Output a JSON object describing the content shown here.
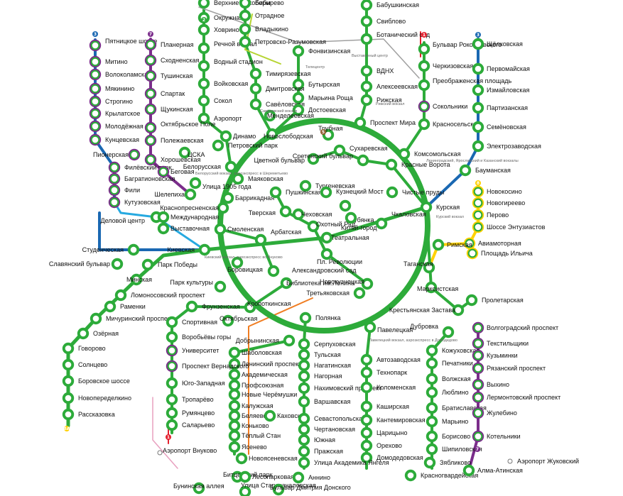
{
  "colors": {
    "green": "#2dab3a",
    "purple": "#7b2d8b",
    "orange": "#f07d22",
    "red": "#e4202e",
    "blue": "#1a68b2",
    "lightblue": "#26a9e0",
    "brown": "#8d5b2d",
    "yellow": "#ffd101",
    "lime": "#b6d432",
    "grey": "#a0a0a0",
    "pink": "#e8a0bf"
  },
  "line_badges": [
    {
      "text": "3",
      "color": "#1a68b2"
    },
    {
      "text": "7",
      "color": "#7b2d8b"
    },
    {
      "text": "2",
      "color": "#2dab3a"
    },
    {
      "text": "1",
      "color": "#e4202e"
    },
    {
      "text": "3",
      "color": "#1a68b2"
    },
    {
      "text": "8",
      "color": "#ffd101"
    },
    {
      "text": "8A",
      "color": "#ffd101"
    },
    {
      "text": "1",
      "color": "#e4202e"
    },
    {
      "text": "5",
      "color": "#8d5b2d"
    },
    {
      "text": "7",
      "color": "#7b2d8b"
    }
  ],
  "stations": [
    {
      "name": "Верхние Лихоборы"
    },
    {
      "name": "Бибирево"
    },
    {
      "name": "Бабушкинская"
    },
    {
      "name": "Окружная"
    },
    {
      "name": "Отрадное"
    },
    {
      "name": "Свиблово"
    },
    {
      "name": "Ховрино"
    },
    {
      "name": "Владыкино"
    },
    {
      "name": "Ботанический сад"
    },
    {
      "name": "Пятницкое шоссе"
    },
    {
      "name": "Планерная"
    },
    {
      "name": "Речной вокзал"
    },
    {
      "name": "Петровско-Разумовская"
    },
    {
      "name": "Фонвизинская"
    },
    {
      "name": "Бульвар Рокоссовского"
    },
    {
      "name": "Щёлковская"
    },
    {
      "name": "Митино"
    },
    {
      "name": "Сходненская"
    },
    {
      "name": "Водный стадион"
    },
    {
      "name": "Черкизовская"
    },
    {
      "name": "Первомайская"
    },
    {
      "name": "Волоколамская"
    },
    {
      "name": "Тушинская"
    },
    {
      "name": "Тимирязевская"
    },
    {
      "name": "ВДНХ"
    },
    {
      "name": "Мякинино"
    },
    {
      "name": "Войковская"
    },
    {
      "name": "Бутырская"
    },
    {
      "name": "Преображенская площадь"
    },
    {
      "name": "Измайловская"
    },
    {
      "name": "Спартак"
    },
    {
      "name": "Дмитровская"
    },
    {
      "name": "Алексеевская"
    },
    {
      "name": "Строгино"
    },
    {
      "name": "Сокол"
    },
    {
      "name": "Марьина Роща"
    },
    {
      "name": "Рижская"
    },
    {
      "name": "Партизанская"
    },
    {
      "name": "Щукинская"
    },
    {
      "name": "Савёловская"
    },
    {
      "name": "Сокольники"
    },
    {
      "name": "Крылатское"
    },
    {
      "name": "Достоевская"
    },
    {
      "name": "Аэропорт"
    },
    {
      "name": "Менделеевская"
    },
    {
      "name": "Октябрьское Поле"
    },
    {
      "name": "Проспект Мира"
    },
    {
      "name": "Красносельская"
    },
    {
      "name": "Семёновская"
    },
    {
      "name": "Молодёжная"
    },
    {
      "name": "Динамо"
    },
    {
      "name": "Новослободская"
    },
    {
      "name": "Кунцевская"
    },
    {
      "name": "Полежаевская"
    },
    {
      "name": "Трубная"
    },
    {
      "name": "Сухаревская"
    },
    {
      "name": "Электрозаводская"
    },
    {
      "name": "Петровский парк"
    },
    {
      "name": "Пионерская"
    },
    {
      "name": "Хорошёвская"
    },
    {
      "name": "ЦСКА"
    },
    {
      "name": "Цветной бульвар"
    },
    {
      "name": "Сретенский бульвар"
    },
    {
      "name": "Комсомольская"
    },
    {
      "name": "Бауманская"
    },
    {
      "name": "Филёвский парк"
    },
    {
      "name": "Беговая"
    },
    {
      "name": "Белорусская"
    },
    {
      "name": "Красные Ворота"
    },
    {
      "name": "Багратионовская"
    },
    {
      "name": "Маяковская"
    },
    {
      "name": "Тургеневская"
    },
    {
      "name": "Новокосино"
    },
    {
      "name": "Фили"
    },
    {
      "name": "Шелепиха"
    },
    {
      "name": "Улица 1905 года"
    },
    {
      "name": "Баррикадная"
    },
    {
      "name": "Пушкинская"
    },
    {
      "name": "Кузнецкий Мост"
    },
    {
      "name": "Чистые пруды"
    },
    {
      "name": "Новогиреево"
    },
    {
      "name": "Кутузовская"
    },
    {
      "name": "Краснопресненская"
    },
    {
      "name": "Тверская"
    },
    {
      "name": "Чеховская"
    },
    {
      "name": "Лубянка"
    },
    {
      "name": "Чкаловская"
    },
    {
      "name": "Курская"
    },
    {
      "name": "Перово"
    },
    {
      "name": "Деловой центр"
    },
    {
      "name": "Международная"
    },
    {
      "name": "Охотный Ряд"
    },
    {
      "name": "Китай-город"
    },
    {
      "name": "Шоссе Энтузиастов"
    },
    {
      "name": "Выставочная"
    },
    {
      "name": "Смоленская"
    },
    {
      "name": "Арбатская"
    },
    {
      "name": "Театральная"
    },
    {
      "name": "Авиамоторная"
    },
    {
      "name": "Студенческая"
    },
    {
      "name": "Киевская"
    },
    {
      "name": "Римская"
    },
    {
      "name": "Площадь Ильича"
    },
    {
      "name": "Славянский бульвар"
    },
    {
      "name": "Парк Победы"
    },
    {
      "name": "Пл. Революции"
    },
    {
      "name": "Боровицкая"
    },
    {
      "name": "Александровский сад"
    },
    {
      "name": "Таганская"
    },
    {
      "name": "Минская"
    },
    {
      "name": "Парк культуры"
    },
    {
      "name": "Библиотека им.Ленина"
    },
    {
      "name": "Новокузнецкая"
    },
    {
      "name": "Марксистская"
    },
    {
      "name": "Ломоносовский проспект"
    },
    {
      "name": "Третьяковская"
    },
    {
      "name": "Пролетарская"
    },
    {
      "name": "Раменки"
    },
    {
      "name": "Фрунзенская"
    },
    {
      "name": "Кропоткинская"
    },
    {
      "name": "Крестьянская Застава"
    },
    {
      "name": "Мичуринский проспект"
    },
    {
      "name": "Спортивная"
    },
    {
      "name": "Октябрьская"
    },
    {
      "name": "Полянка"
    },
    {
      "name": "Волгоградский проспект"
    },
    {
      "name": "Озёрная"
    },
    {
      "name": "Воробьёвы горы"
    },
    {
      "name": "Добрынинская"
    },
    {
      "name": "Павелецкая"
    },
    {
      "name": "Дубровка"
    },
    {
      "name": "Серпуховская"
    },
    {
      "name": "Текстильщики"
    },
    {
      "name": "Говорово"
    },
    {
      "name": "Университет"
    },
    {
      "name": "Шаболовская"
    },
    {
      "name": "Тульская"
    },
    {
      "name": "Кожуховская"
    },
    {
      "name": "Кузьминки"
    },
    {
      "name": "Ленинский проспект"
    },
    {
      "name": "Нагатинская"
    },
    {
      "name": "Автозаводская"
    },
    {
      "name": "Солнцево"
    },
    {
      "name": "Проспект Вернадского"
    },
    {
      "name": "Академическая"
    },
    {
      "name": "Печатники"
    },
    {
      "name": "Рязанский проспект"
    },
    {
      "name": "Нагорная"
    },
    {
      "name": "Технопарк"
    },
    {
      "name": "Волжская"
    },
    {
      "name": "Профсоюзная"
    },
    {
      "name": "Нахимовский проспект"
    },
    {
      "name": "Боровское шоссе"
    },
    {
      "name": "Юго-Западная"
    },
    {
      "name": "Коломенская"
    },
    {
      "name": "Выхино"
    },
    {
      "name": "Люблино"
    },
    {
      "name": "Новые Черёмушки"
    },
    {
      "name": "Лермонтовский проспект"
    },
    {
      "name": "Новопеределкино"
    },
    {
      "name": "Тропарёво"
    },
    {
      "name": "Варшавская"
    },
    {
      "name": "Каширская"
    },
    {
      "name": "Калужская"
    },
    {
      "name": "Братиславская"
    },
    {
      "name": "Жулебино"
    },
    {
      "name": "Беляево"
    },
    {
      "name": "Румянцево"
    },
    {
      "name": "Каховская"
    },
    {
      "name": "Севастопольская"
    },
    {
      "name": "Кантемировская"
    },
    {
      "name": "Рассказовка"
    },
    {
      "name": "Марьино"
    },
    {
      "name": "Коньково"
    },
    {
      "name": "Саларьево"
    },
    {
      "name": "Чертановская"
    },
    {
      "name": "Царицыно"
    },
    {
      "name": "Борисово"
    },
    {
      "name": "Котельники"
    },
    {
      "name": "Тёплый Стан"
    },
    {
      "name": "Южная"
    },
    {
      "name": "Орехово"
    },
    {
      "name": "Шипиловская"
    },
    {
      "name": "Ясенево"
    },
    {
      "name": "Пражская"
    },
    {
      "name": "Аэропорт Внуково"
    },
    {
      "name": "Домодедовская"
    },
    {
      "name": "Аэропорт Жуковский"
    },
    {
      "name": "Новоясеневская"
    },
    {
      "name": "Зябликово"
    },
    {
      "name": "Улица Академика Янгеля"
    },
    {
      "name": "Красногвардейская"
    },
    {
      "name": "Алма-Атинская"
    },
    {
      "name": "Битцевский парк"
    },
    {
      "name": "Лесопарковая"
    },
    {
      "name": "Аннино"
    },
    {
      "name": "Бунинская аллея"
    },
    {
      "name": "Улица Старокачаловская"
    },
    {
      "name": "Бульвар Дмитрия Донского"
    }
  ],
  "notes": [
    {
      "text": "Белорусский вокзал, аэроэкспресс в Шереметьево"
    },
    {
      "text": "Киевский вокзал, аэроэкспресс во Внуково"
    },
    {
      "text": "Павелецкий вокзал, аэроэкспресс в Домодедово"
    },
    {
      "text": "Курский вокзал"
    },
    {
      "text": "Рижский вокзал"
    },
    {
      "text": "Савёловский вокзал"
    },
    {
      "text": "Ленинградский, Ярославский и Казанский вокзалы"
    },
    {
      "text": "Выставочный центр"
    },
    {
      "text": "Телецентр"
    }
  ]
}
